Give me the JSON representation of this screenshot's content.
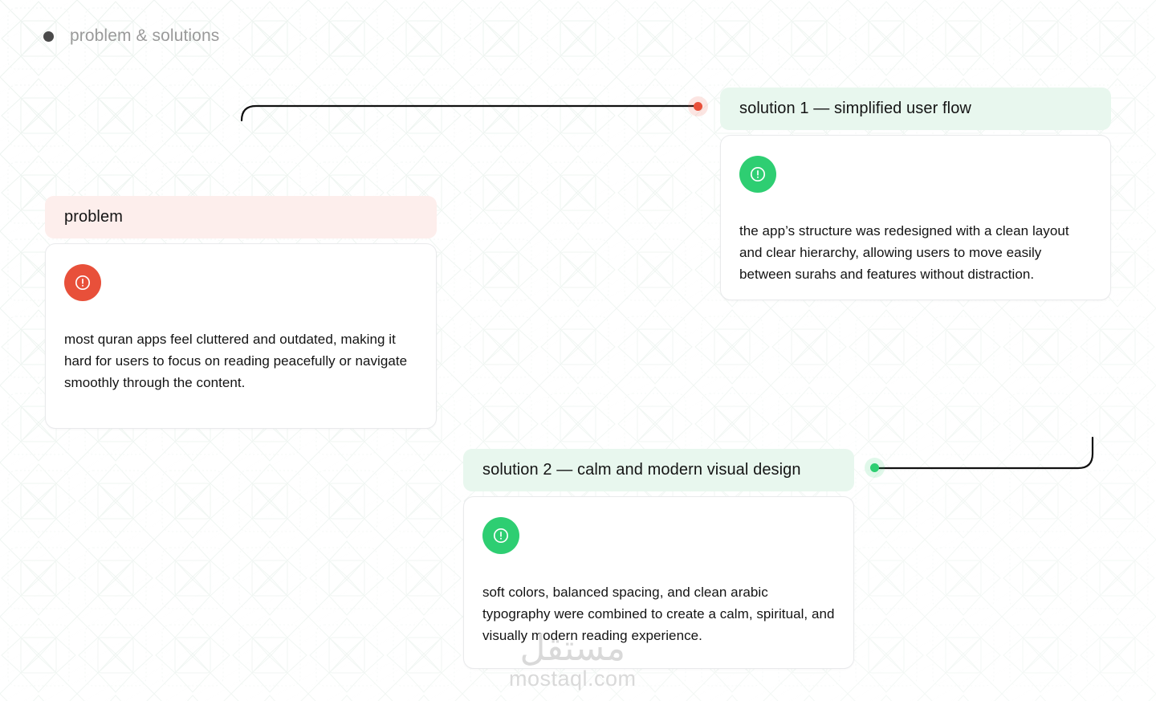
{
  "header": {
    "bullet_icon": "filled-circle-icon",
    "title": "problem & solutions"
  },
  "colors": {
    "problem_accent": "#e8503a",
    "solution_accent": "#2ece72",
    "problem_pill_bg": "#fdeeec",
    "solution_pill_bg": "#e8f7ee",
    "card_bg": "#ffffff",
    "card_border": "#e9eaec",
    "body_text": "#131313",
    "header_text": "#9a9a9a",
    "connector_line": "#111111",
    "watermark": "#d9d9d9"
  },
  "blocks": [
    {
      "id": "problem",
      "kind": "problem",
      "pill_label": "problem",
      "badge_icon": "alert-circle-icon",
      "body": "most quran apps feel cluttered and outdated, making it hard for users to focus on reading peacefully or navigate smoothly through the content."
    },
    {
      "id": "solution1",
      "kind": "solution",
      "pill_label": "solution 1 — simplified user flow",
      "badge_icon": "alert-circle-icon",
      "body": "the app’s structure was redesigned with a clean layout and clear hierarchy, allowing users to move easily between surahs and features without distraction."
    },
    {
      "id": "solution2",
      "kind": "solution",
      "pill_label": "solution 2 — calm and modern visual design",
      "badge_icon": "alert-circle-icon",
      "body": "soft colors, balanced spacing, and clean arabic typography were combined to create a calm, spiritual, and visually modern reading experience."
    }
  ],
  "connectors": [
    {
      "id": "connector-problem-to-solution1",
      "endpoint_color": "#e8503a",
      "endpoint_name": "red-endpoint-dot"
    },
    {
      "id": "connector-solution2-to-right",
      "endpoint_color": "#2ece72",
      "endpoint_name": "green-endpoint-dot"
    }
  ],
  "watermark": {
    "arabic": "مستقل",
    "latin": "mostaql.com"
  }
}
